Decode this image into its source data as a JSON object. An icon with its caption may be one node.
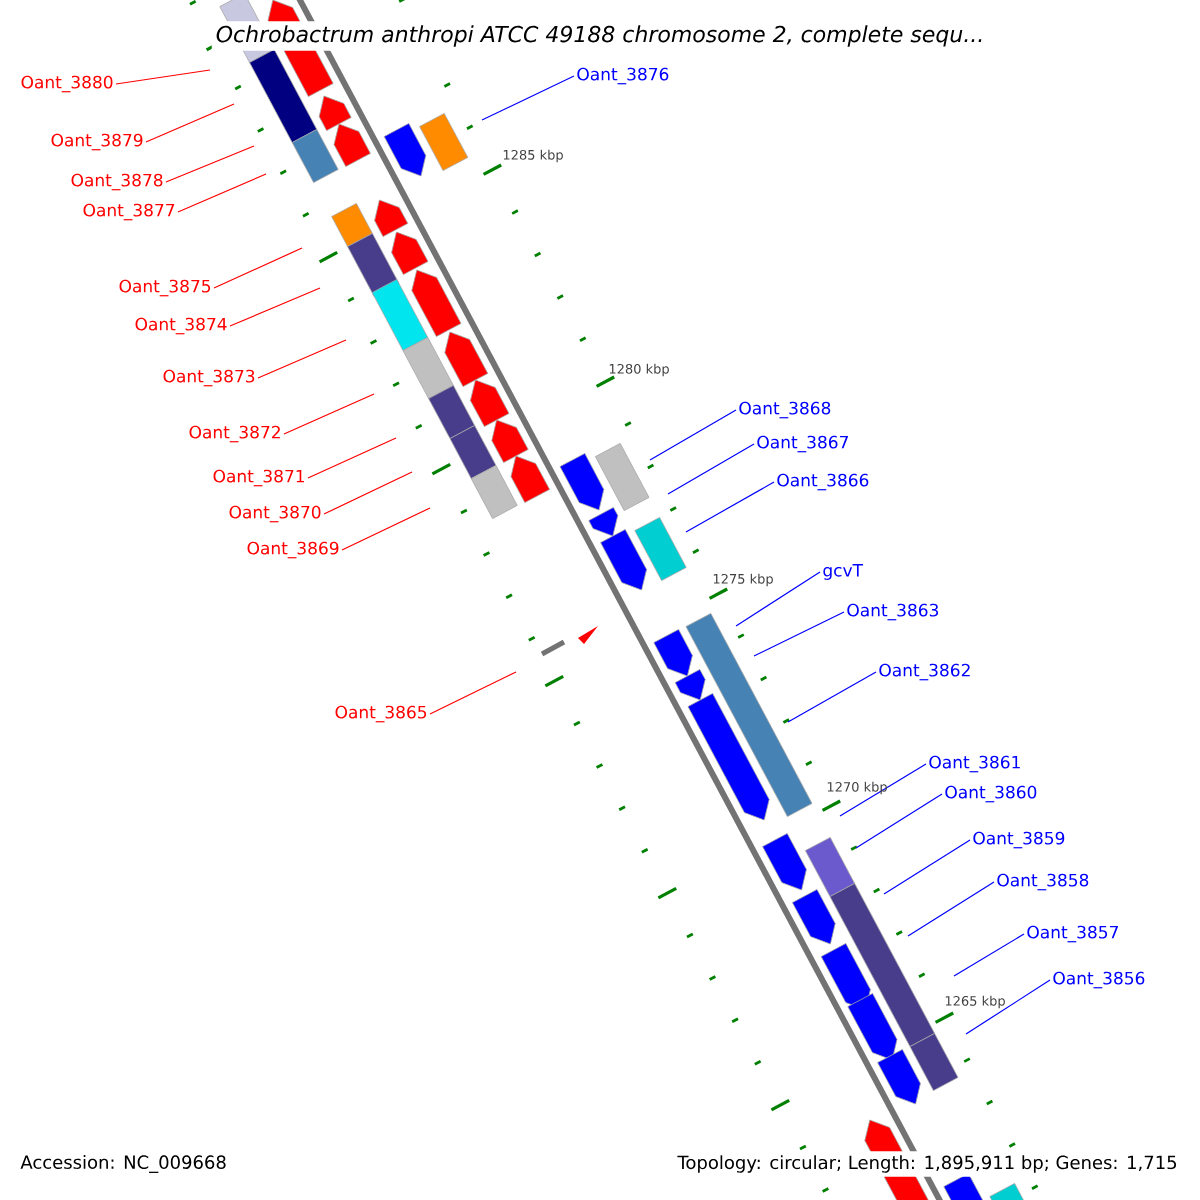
{
  "diagram": {
    "title": "*Ochrobactrum anthropi* ATCC 49188 chromosome 2, complete sequ...",
    "nodes": [
      {
        "text": [
          "Oant_3880"
        ]
      },
      {
        "text": [
          "Oant_3879"
        ]
      },
      {
        "text": [
          "Oant_3878"
        ]
      },
      {
        "text": [
          "Oant_3877"
        ]
      },
      {
        "text": [
          "Oant_3875"
        ]
      },
      {
        "text": [
          "Oant_3874"
        ]
      },
      {
        "text": [
          "Oant_3873"
        ]
      },
      {
        "text": [
          "Oant_3872"
        ]
      },
      {
        "text": [
          "Oant_3871"
        ]
      },
      {
        "text": [
          "Oant_3870"
        ]
      },
      {
        "text": [
          "Oant_3869"
        ]
      },
      {
        "text": [
          "Oant_3865"
        ]
      },
      {
        "text": [
          "Oant_3876"
        ]
      },
      {
        "text": [
          "Oant_3868"
        ]
      },
      {
        "text": [
          "Oant_3867"
        ]
      },
      {
        "text": [
          "Oant_3866"
        ]
      },
      {
        "text": [
          "gcvT"
        ]
      },
      {
        "text": [
          "Oant_3863"
        ]
      },
      {
        "text": [
          "Oant_3862"
        ]
      },
      {
        "text": [
          "Oant_3861"
        ]
      },
      {
        "text": [
          "Oant_3860"
        ]
      },
      {
        "text": [
          "Oant_3859"
        ]
      },
      {
        "text": [
          "Oant_3858"
        ]
      },
      {
        "text": [
          "Oant_3857"
        ]
      },
      {
        "text": [
          "Oant_3856"
        ]
      }
    ],
    "edges": [
      {
        "from": 0,
        "to": null,
        "arrow": "none",
        "color": "#ff0000"
      },
      {
        "from": 1,
        "to": null,
        "arrow": "none",
        "color": "#ff0000"
      },
      {
        "from": 2,
        "to": null,
        "arrow": "none",
        "color": "#ff0000"
      },
      {
        "from": 3,
        "to": null,
        "arrow": "none",
        "color": "#ff0000"
      },
      {
        "from": 4,
        "to": null,
        "arrow": "none",
        "color": "#ff0000"
      },
      {
        "from": 5,
        "to": null,
        "arrow": "none",
        "color": "#ff0000"
      },
      {
        "from": 6,
        "to": null,
        "arrow": "none",
        "color": "#ff0000"
      },
      {
        "from": 7,
        "to": null,
        "arrow": "none",
        "color": "#ff0000"
      },
      {
        "from": 8,
        "to": null,
        "arrow": "none",
        "color": "#ff0000"
      },
      {
        "from": 9,
        "to": null,
        "arrow": "none",
        "color": "#ff0000"
      },
      {
        "from": 10,
        "to": null,
        "arrow": "none",
        "color": "#ff0000"
      },
      {
        "from": 11,
        "to": null,
        "arrow": "none",
        "color": "#ff0000"
      },
      {
        "from": 12,
        "to": null,
        "arrow": "none"
      },
      {
        "from": 13,
        "to": null,
        "arrow": "none"
      },
      {
        "from": 14,
        "to": null,
        "arrow": "none"
      },
      {
        "from": 15,
        "to": null,
        "arrow": "none"
      },
      {
        "from": 16,
        "to": null,
        "arrow": "none"
      },
      {
        "from": 17,
        "to": null,
        "arrow": "none"
      },
      {
        "from": 18,
        "to": null,
        "arrow": "none"
      },
      {
        "from": 19,
        "to": null,
        "arrow": "none"
      },
      {
        "from": 20,
        "to": null,
        "arrow": "none"
      },
      {
        "from": 21,
        "to": null,
        "arrow": "none"
      },
      {
        "from": 22,
        "to": null,
        "arrow": "none"
      },
      {
        "from": 23,
        "to": null,
        "arrow": "none"
      },
      {
        "from": 24,
        "to": null,
        "arrow": "none"
      }
    ],
    "labels": [
      "1285 kbp",
      "1280 kbp",
      "1275 kbp",
      "1270 kbp",
      "1265 kbp",
      "Accession: NC_009668",
      "Topology: circular; Length: 1,895,911 bp; Genes: 1,715"
    ]
  }
}
